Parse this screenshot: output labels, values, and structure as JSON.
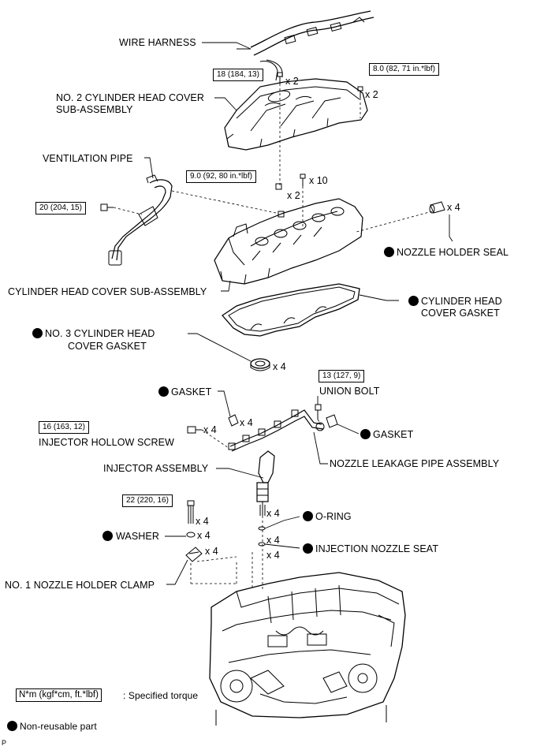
{
  "labels": {
    "wire_harness": "WIRE HARNESS",
    "no2_head_cover_1": "NO. 2 CYLINDER HEAD COVER",
    "no2_head_cover_2": "SUB-ASSEMBLY",
    "ventilation_pipe": "VENTILATION PIPE",
    "nozzle_holder_seal": "NOZZLE HOLDER SEAL",
    "cyl_head_cover_sub": "CYLINDER HEAD COVER SUB-ASSEMBLY",
    "cyl_head_cover_gasket_1": "CYLINDER HEAD",
    "cyl_head_cover_gasket_2": "COVER GASKET",
    "no3_gasket_1": "NO. 3 CYLINDER HEAD",
    "no3_gasket_2": "COVER GASKET",
    "gasket_left": "GASKET",
    "union_bolt": "UNION BOLT",
    "gasket_right": "GASKET",
    "injector_hollow_screw": "INJECTOR HOLLOW SCREW",
    "nozzle_leakage_pipe": "NOZZLE LEAKAGE PIPE ASSEMBLY",
    "injector_assembly": "INJECTOR ASSEMBLY",
    "o_ring": "O-RING",
    "washer": "WASHER",
    "injection_nozzle_seat": "INJECTION NOZZLE SEAT",
    "no1_nozzle_holder_clamp": "NO. 1 NOZZLE HOLDER CLAMP"
  },
  "torques": {
    "t18": "18 (184, 13)",
    "t8": "8.0 (82, 71 in.*lbf)",
    "t9": "9.0 (92, 80 in.*lbf)",
    "t20": "20 (204, 15)",
    "t13": "13 (127, 9)",
    "t16": "16 (163, 12)",
    "t22": "22 (220, 16)"
  },
  "quantities": {
    "q_x2_a": "x 2",
    "q_x2_b": "x 2",
    "q_x10": "x 10",
    "q_x2_c": "x 2",
    "q_nozzle_seal": "x 4",
    "q_no3_gasket": "x 4",
    "q_gasket_left": "x 4",
    "q_hollow_screw": "x 4",
    "q_injector": "x 4",
    "q_bolt22": "x 4",
    "q_washer": "x 4",
    "q_oring": "x 4",
    "q_clamp": "x 4",
    "q_seat": "x 4"
  },
  "legend": {
    "torque_unit": "N*m (kgf*cm, ft.*lbf)",
    "torque_desc": ": Specified torque",
    "non_reusable": "Non-reusable part"
  },
  "footer_code": "P"
}
